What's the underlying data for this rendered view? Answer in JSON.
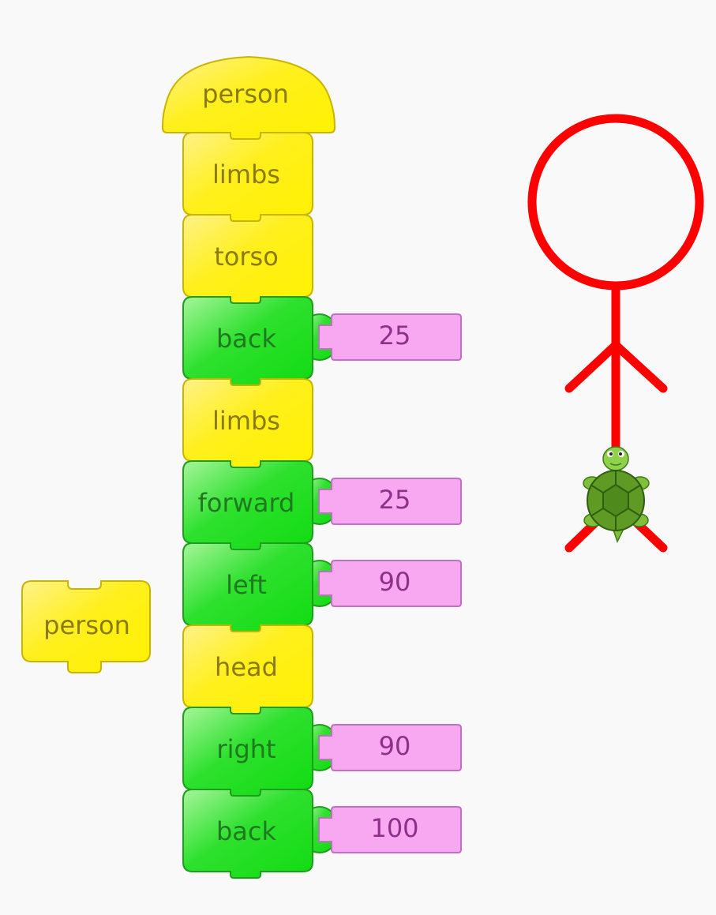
{
  "colors": {
    "background": "#f9f9f9",
    "procedure_block": "#ffef1c",
    "procedure_text": "#8a7a10",
    "command_block": "#2ee02e",
    "command_text": "#1f7a1f",
    "number_block": "#f7a8f0",
    "number_text": "#8e2f8a",
    "drawing": "#ff0000"
  },
  "procedure_definition": {
    "name": "person"
  },
  "program": [
    {
      "kind": "call",
      "label": "limbs"
    },
    {
      "kind": "call",
      "label": "torso"
    },
    {
      "kind": "command",
      "label": "back",
      "value": "25"
    },
    {
      "kind": "call",
      "label": "limbs"
    },
    {
      "kind": "command",
      "label": "forward",
      "value": "25"
    },
    {
      "kind": "command",
      "label": "left",
      "value": "90"
    },
    {
      "kind": "call",
      "label": "head"
    },
    {
      "kind": "command",
      "label": "right",
      "value": "90"
    },
    {
      "kind": "command",
      "label": "back",
      "value": "100"
    }
  ],
  "palette_block": {
    "label": "person"
  },
  "stage": {
    "turtle_icon": "turtle-icon",
    "drawing": "stick-figure"
  }
}
